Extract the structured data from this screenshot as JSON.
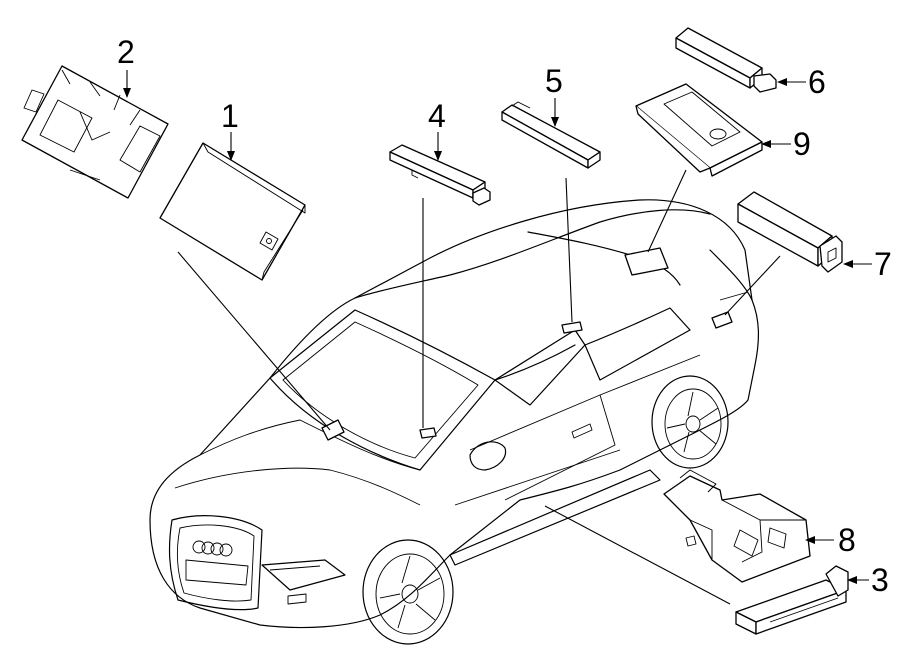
{
  "callouts": [
    {
      "id": "1",
      "label": "1"
    },
    {
      "id": "2",
      "label": "2"
    },
    {
      "id": "3",
      "label": "3"
    },
    {
      "id": "4",
      "label": "4"
    },
    {
      "id": "5",
      "label": "5"
    },
    {
      "id": "6",
      "label": "6"
    },
    {
      "id": "7",
      "label": "7"
    },
    {
      "id": "8",
      "label": "8"
    },
    {
      "id": "9",
      "label": "9"
    }
  ],
  "illustration": {
    "subject": "car-body-outline",
    "brand_mark": "four-rings-logo"
  }
}
